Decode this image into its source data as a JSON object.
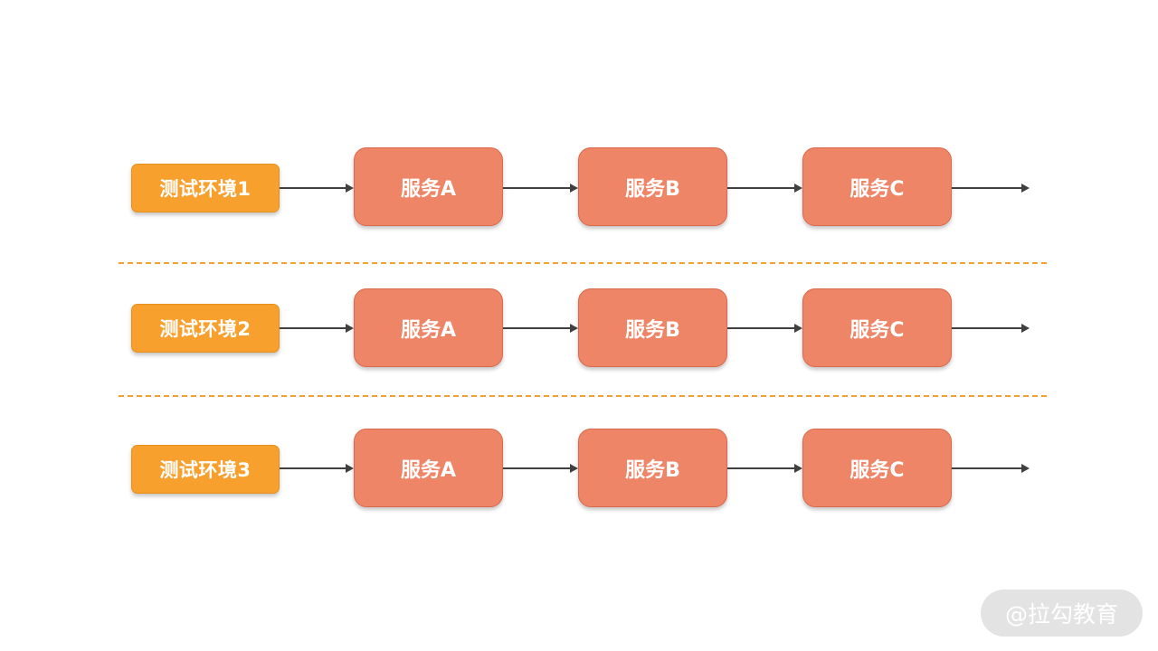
{
  "rows": [
    {
      "env_label": "测试环境1",
      "services": [
        "服务A",
        "服务B",
        "服务C"
      ]
    },
    {
      "env_label": "测试环境2",
      "services": [
        "服务A",
        "服务B",
        "服务C"
      ]
    },
    {
      "env_label": "测试环境3",
      "services": [
        "服务A",
        "服务B",
        "服务C"
      ]
    }
  ],
  "watermark": "@拉勾教育",
  "colors": {
    "env_box": "#f7a02e",
    "service_box": "#ef8567",
    "arrow": "#404040",
    "divider": "#f7a02e"
  }
}
